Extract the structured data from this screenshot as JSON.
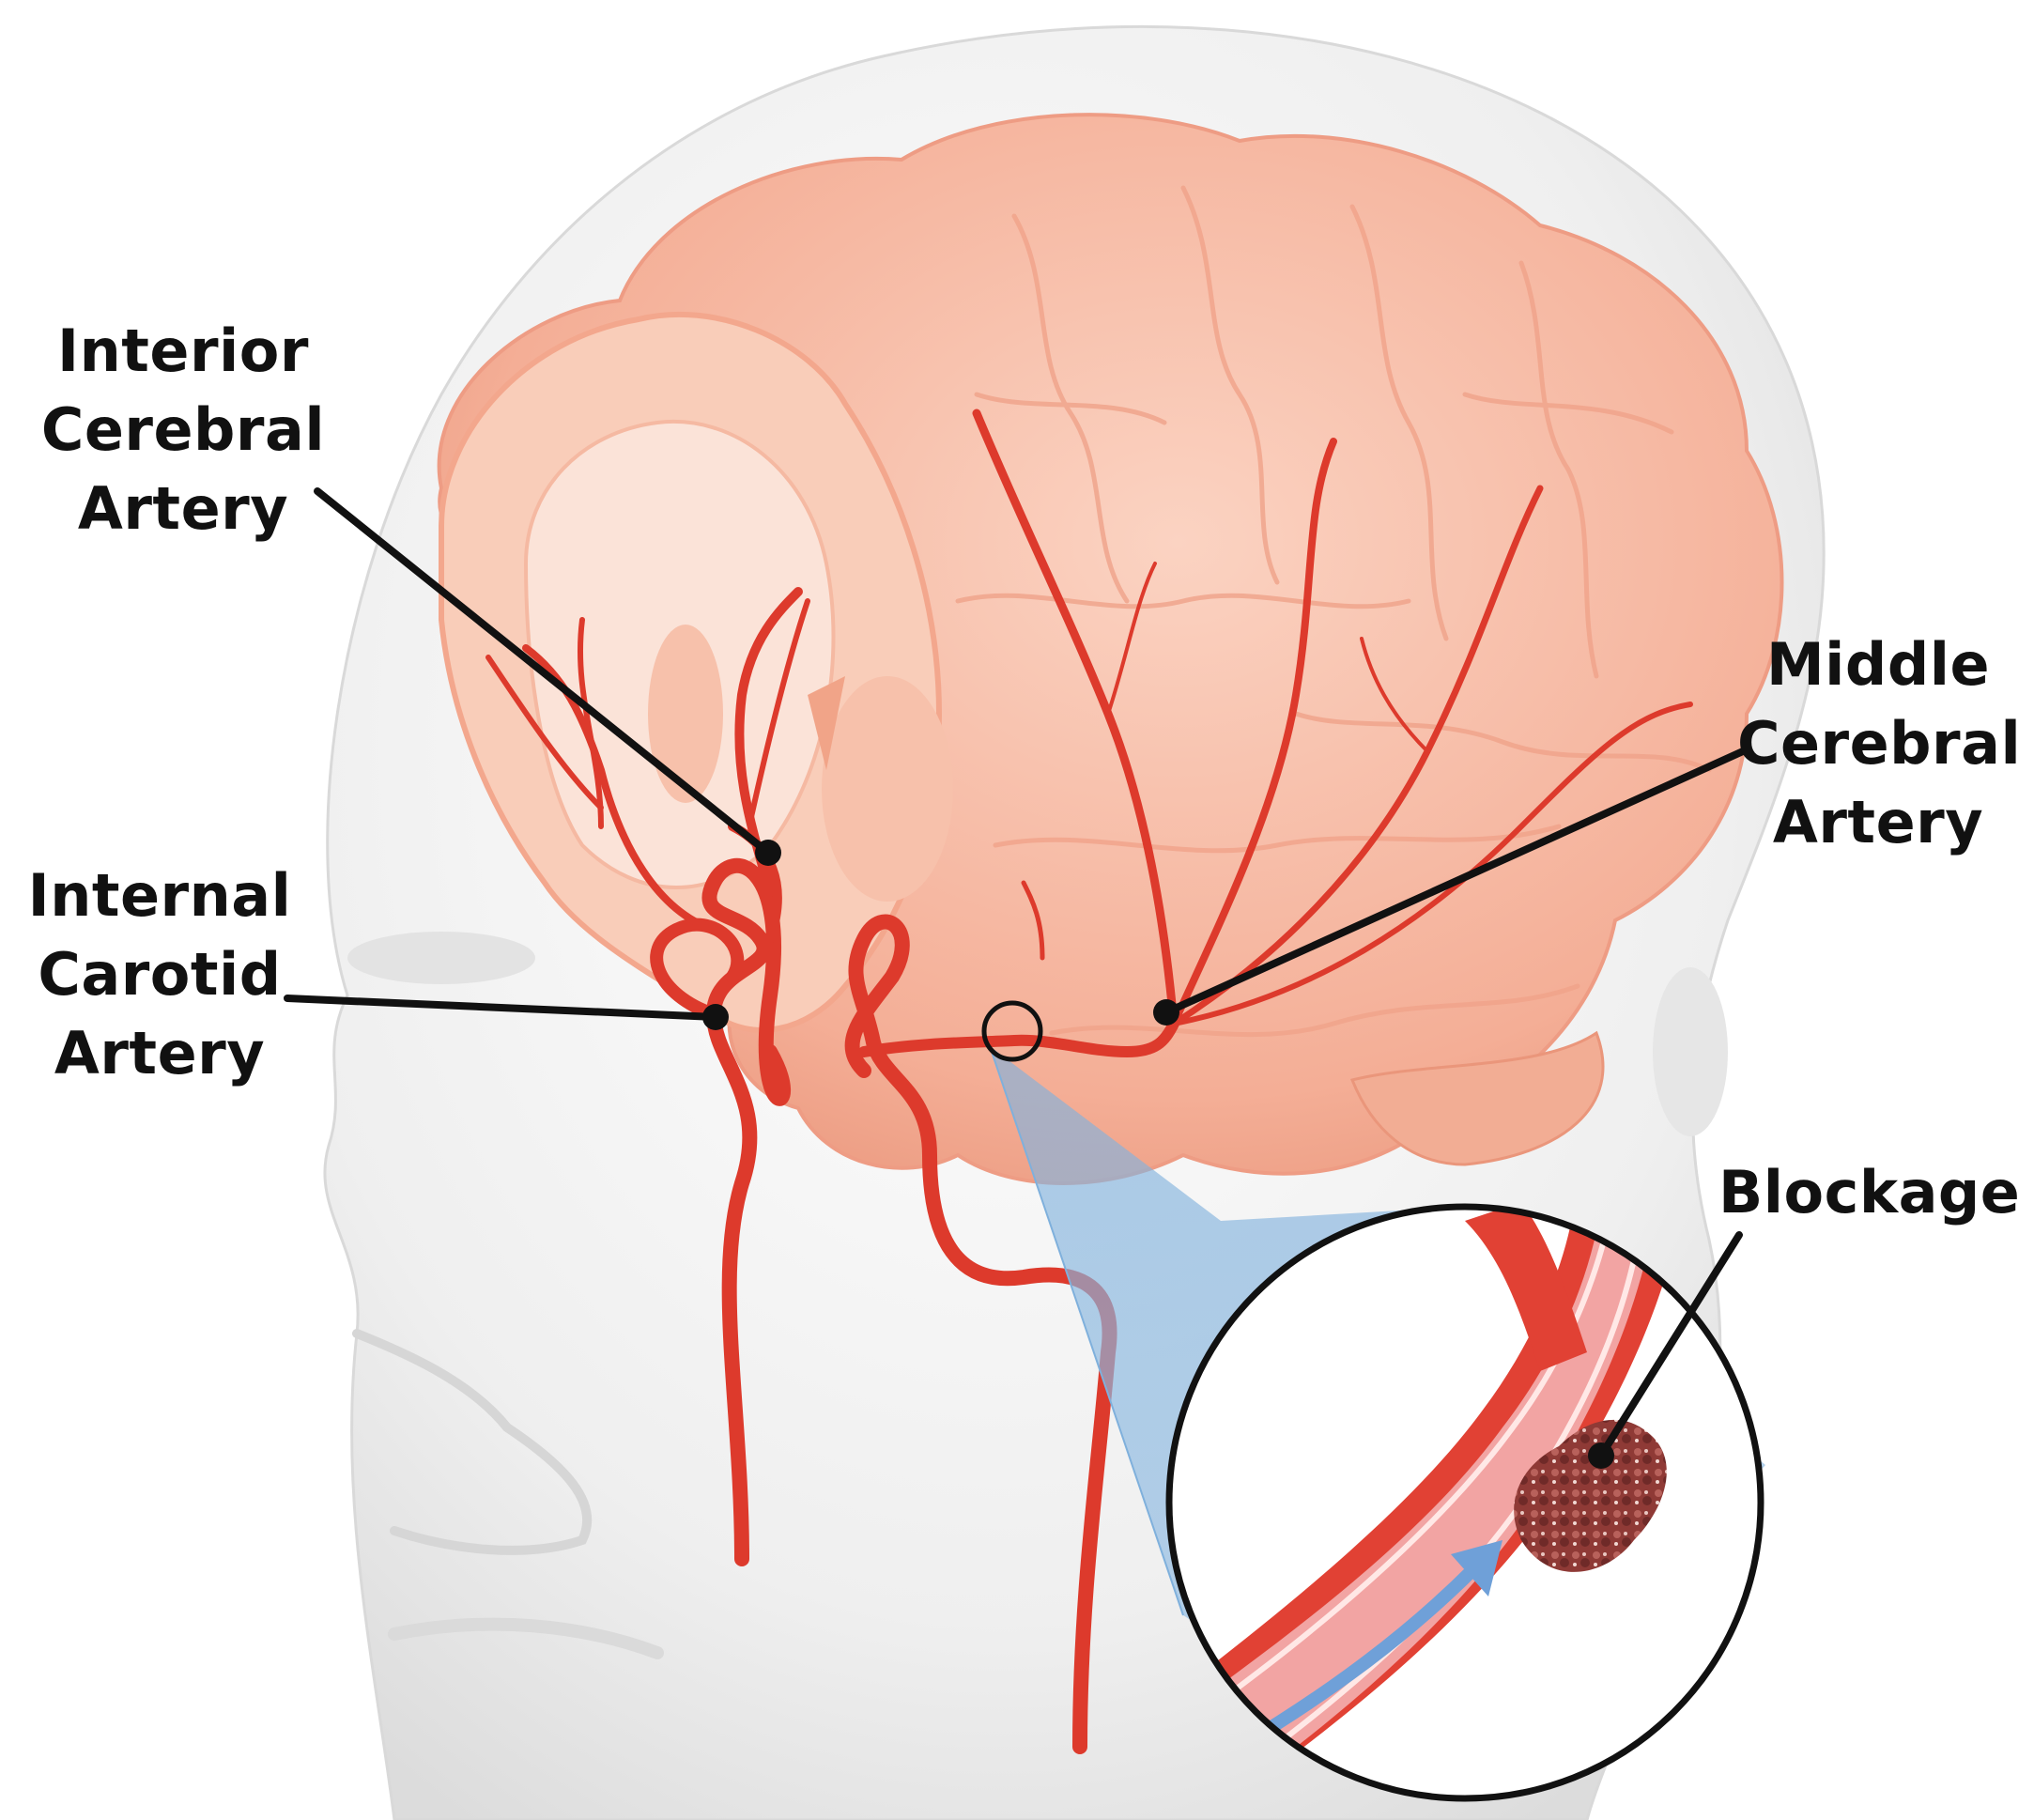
{
  "colors": {
    "background": "#ffffff",
    "head": "#eeeeee",
    "brain": "#f6b7a0",
    "brain_inner": "#fbd9c9",
    "artery": "#dd3a2c",
    "zoom_cone": "#8ab6dd",
    "label_text": "#111111",
    "blockage": "#8f3a36",
    "flow_arrow": "#6fa0d8"
  },
  "icons": {
    "inset": "magnified-artery-inset",
    "flow": "blood-flow-arrow",
    "blockage": "plaque-clot"
  },
  "labels": {
    "anterior_cerebral": {
      "line1": "Interior",
      "line2": "Cerebral",
      "line3": "Artery"
    },
    "internal_carotid": {
      "line1": "Internal",
      "line2": "Carotid",
      "line3": "Artery"
    },
    "middle_cerebral": {
      "line1": "Middle",
      "line2": "Cerebral",
      "line3": "Artery"
    },
    "blockage": {
      "line1": "Blockage"
    }
  }
}
